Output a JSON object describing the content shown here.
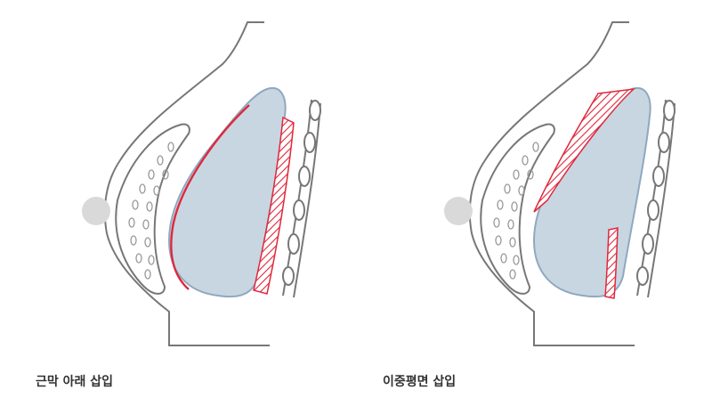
{
  "captions": {
    "left": "근막 아래 삽입",
    "right": "이중평면 삽입"
  },
  "colors": {
    "outline": "#777777",
    "implant_fill": "#c8d6e2",
    "implant_stroke": "#8fa8c0",
    "muscle_red": "#e0283c",
    "nipple": "#d9d9d9",
    "background": "#ffffff"
  },
  "diagrams": [
    {
      "name": "subfascial",
      "placement": "left"
    },
    {
      "name": "dual-plane",
      "placement": "right"
    }
  ]
}
